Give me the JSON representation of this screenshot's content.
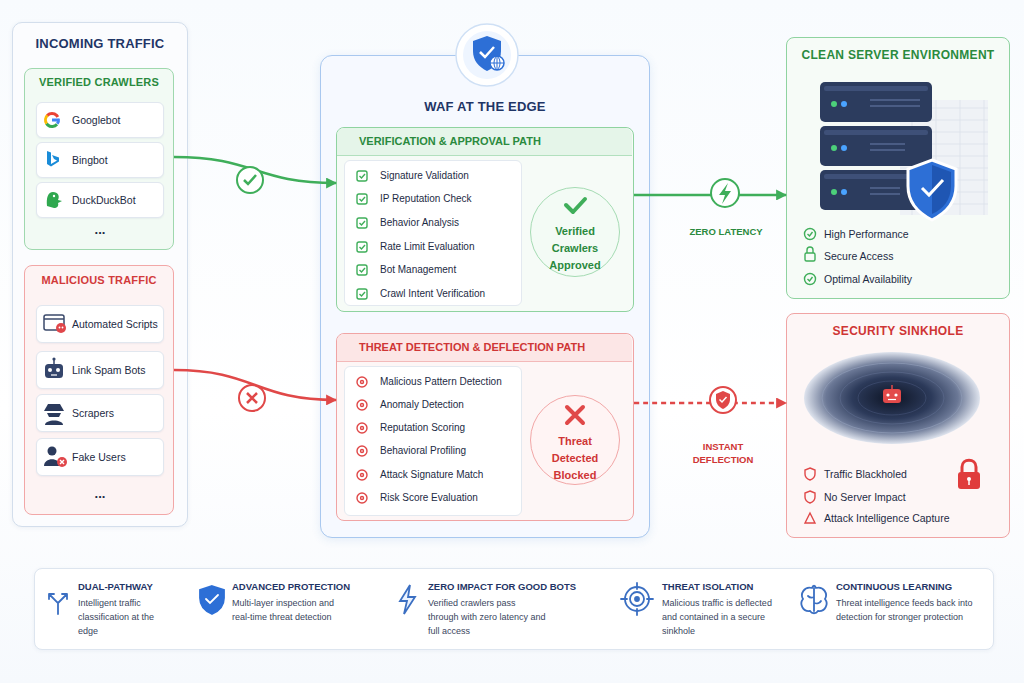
{
  "diagram": {
    "nodes": [
      {
        "text": [
          "INCOMING TRAFFIC"
        ]
      },
      {
        "text": [
          "VERIFIED CRAWLERS"
        ],
        "in": 0
      },
      {
        "text": [
          "Googlebot"
        ],
        "in": 1
      },
      {
        "text": [
          "Bingbot"
        ],
        "in": 1
      },
      {
        "text": [
          "DuckDuckBot"
        ],
        "in": 1
      },
      {
        "text": [
          "MALICIOUS TRAFFIC"
        ],
        "in": 0
      },
      {
        "text": [
          "Automated Scripts"
        ],
        "in": 5
      },
      {
        "text": [
          "Link Spam Bots"
        ],
        "in": 5
      },
      {
        "text": [
          "Scrapers"
        ],
        "in": 5
      },
      {
        "text": [
          "Fake Users"
        ],
        "in": 5
      },
      {
        "text": [
          "WAF AT THE EDGE"
        ]
      },
      {
        "text": [
          "VERIFICATION & APPROVAL PATH"
        ],
        "in": 10
      },
      {
        "text": [
          "Signature Validation",
          "IP Reputation Check",
          "Behavior Analysis",
          "Rate Limit Evaluation",
          "Bot Management",
          "Crawl Intent Verification"
        ],
        "in": 11
      },
      {
        "text": [
          "Verified Crawlers Approved"
        ],
        "in": 11
      },
      {
        "text": [
          "THREAT DETECTION & DEFLECTION PATH"
        ],
        "in": 10
      },
      {
        "text": [
          "Malicious Pattern Detection",
          "Anomaly Detection",
          "Reputation Scoring",
          "Behavioral Profiling",
          "Attack Signature Match",
          "Risk Score Evaluation"
        ],
        "in": 14
      },
      {
        "text": [
          "Threat Detected Blocked"
        ],
        "in": 14
      },
      {
        "text": [
          "CLEAN SERVER ENVIRONMENT",
          "High Performance",
          "Secure Access",
          "Optimal Availability"
        ]
      },
      {
        "text": [
          "SECURITY SINKHOLE",
          "Traffic Blackholed",
          "No Server Impact",
          "Attack Intelligence Capture"
        ]
      }
    ],
    "edges": [
      {
        "from": 1,
        "to": 11,
        "arrow": "to"
      },
      {
        "from": 5,
        "to": 14,
        "arrow": "to"
      },
      {
        "from": 11,
        "to": 17,
        "label": "ZERO LATENCY",
        "arrow": "to"
      },
      {
        "from": 14,
        "to": 18,
        "label": "INSTANT DEFLECTION",
        "arrow": "to"
      }
    ],
    "labels": [
      "...",
      "...",
      "DUAL-PATHWAY",
      "Intelligent traffic classification at the edge",
      "ADVANCED PROTECTION",
      "Multi-layer inspection and real-time threat detection",
      "ZERO IMPACT FOR GOOD BOTS",
      "Verified crawlers pass through with zero latency and full access",
      "THREAT ISOLATION",
      "Malicious traffic is deflected and contained in a secure sinkhole",
      "CONTINUOUS LEARNING",
      "Threat intelligence feeds back into detection for stronger protection"
    ]
  }
}
